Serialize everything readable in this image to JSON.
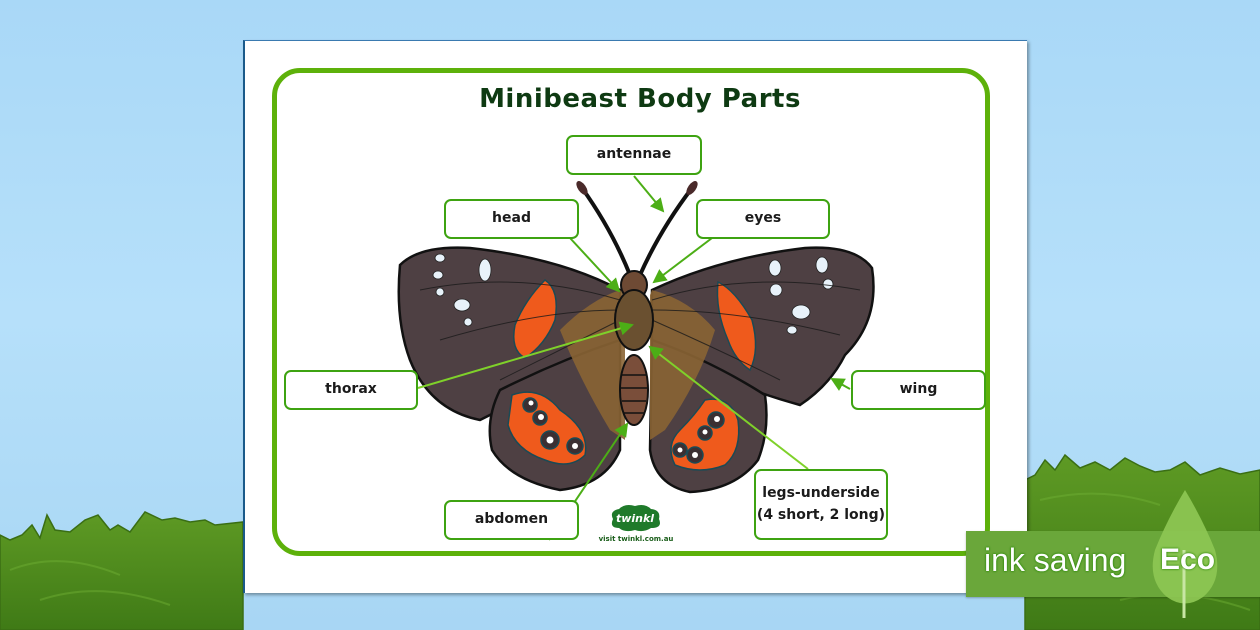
{
  "worksheet": {
    "title": "Minibeast Body Parts",
    "labels": {
      "antennae": "antennae",
      "head": "head",
      "eyes": "eyes",
      "thorax": "thorax",
      "wing": "wing",
      "abdomen": "abdomen",
      "legs_line1": "legs-underside",
      "legs_line2": "(4 short, 2 long)"
    },
    "subject": "butterfly"
  },
  "branding": {
    "logo_text": "twinkl",
    "url": "visit twinkl.com.au"
  },
  "badge": {
    "text": "ink saving",
    "eco": "Eco"
  },
  "colors": {
    "frame_green": "#5db10a",
    "label_border": "#3ea311",
    "title": "#0e3a12",
    "arrow": "#5fc21a",
    "wing_dark": "#4e4043",
    "wing_orange": "#ef5a1c",
    "body_brown": "#7a5a3a",
    "sky": "#b0dcf8",
    "grass": "#4f8a1e",
    "eco_bar": "#6aa73a"
  }
}
